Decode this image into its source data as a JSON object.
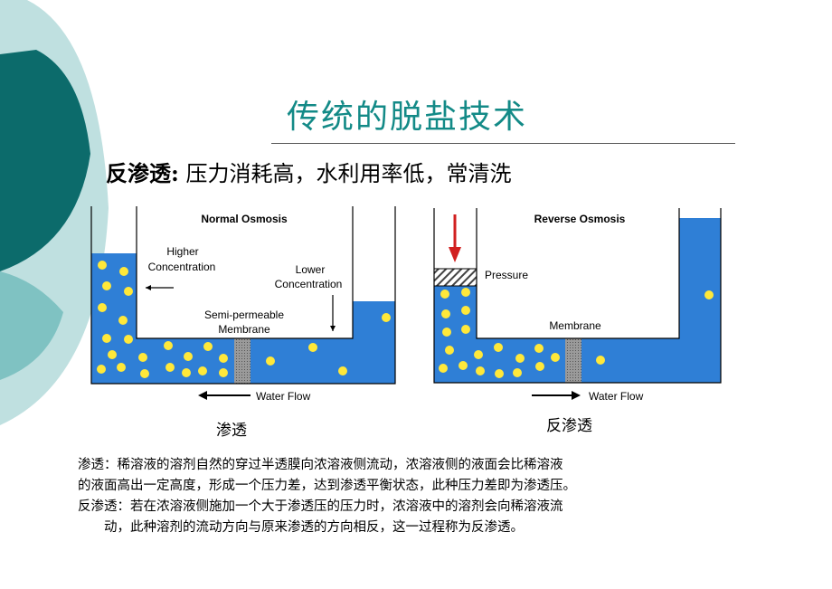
{
  "slide": {
    "title": "传统的脱盐技术",
    "subtitle_term": "反渗透:",
    "subtitle_rest": " 压力消耗高，水利用率低，常清洗"
  },
  "left_diagram": {
    "heading": "Normal Osmosis",
    "higher_label_1": "Higher",
    "higher_label_2": "Concentration",
    "lower_label_1": "Lower",
    "lower_label_2": "Concentration",
    "membrane_label_1": "Semi-permeable",
    "membrane_label_2": "Membrane",
    "flow_label": "Water Flow",
    "caption": "渗透"
  },
  "right_diagram": {
    "heading": "Reverse Osmosis",
    "pressure_label": "Pressure",
    "membrane_label": "Membrane",
    "flow_label": "Water Flow",
    "caption": "反渗透"
  },
  "paragraph": {
    "line1": "渗透：稀溶液的溶剂自然的穿过半透膜向浓溶液侧流动，浓溶液侧的液面会比稀溶液",
    "line2": "的液面高出一定高度，形成一个压力差，达到渗透平衡状态，此种压力差即为渗透压。",
    "line3": "反渗透：若在浓溶液侧施加一个大于渗透压的压力时，浓溶液中的溶剂会向稀溶液流",
    "line4": "动，此种溶剂的流动方向与原来渗透的方向相反，这一过程称为反渗透。"
  },
  "colors": {
    "accent_teal": "#138a87",
    "left_decor": "#0c6b6b",
    "left_decor_light": "#7fc2c2",
    "water": "#2f7fd6",
    "particle": "#ffe83a",
    "arrow_red": "#d11f1f"
  }
}
